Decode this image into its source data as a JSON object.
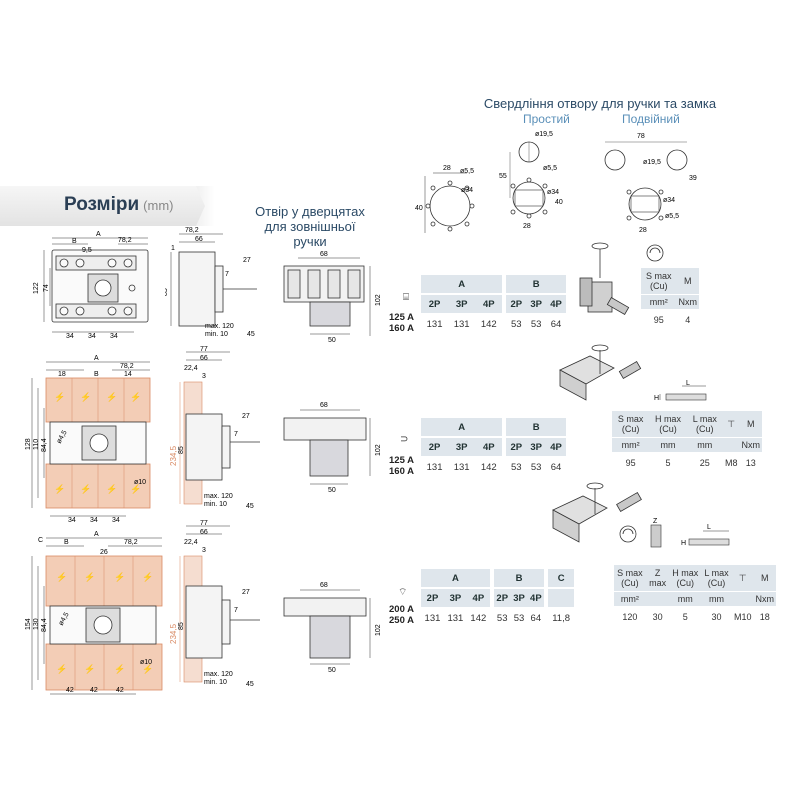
{
  "title": {
    "main": "Розміри",
    "unit": "(mm)"
  },
  "door_hole_heading": "Отвір у дверцятах для зовнішньої ручки",
  "drilling": {
    "heading": "Свердління отвору для ручки та замка",
    "simple": "Простий",
    "double": "Подвійний",
    "left_dims": [
      "28",
      "ø5,5",
      "ø34",
      "40"
    ],
    "simple_dims": [
      "ø19,5",
      "ø5,5",
      "55",
      "ø34",
      "40",
      "28"
    ],
    "double_dims": [
      "78",
      "ø19,5",
      "39",
      "ø34",
      "ø5,5",
      "28"
    ]
  },
  "rows": [
    {
      "front": {
        "A": "A",
        "B": "B",
        "w": "78,2",
        "s": "9,5",
        "h1": "122",
        "h2": "74",
        "bottom": [
          "34",
          "34",
          "34"
        ]
      },
      "side": {
        "t1": "78,2",
        "t2": "66",
        "t3": "1",
        "h": "85",
        "s": "7",
        "d": "27",
        "max": "max. 120",
        "min": "min. 10",
        "b": "45"
      },
      "top": {
        "w": "68",
        "h": "102",
        "d": "50"
      },
      "ratings": [
        "125 A",
        "160 A"
      ],
      "headers": [
        "A",
        "B"
      ],
      "poles": [
        "2P",
        "3P",
        "4P",
        "2P",
        "3P",
        "4P"
      ],
      "values": [
        "131",
        "131",
        "142",
        "53",
        "53",
        "64"
      ]
    },
    {
      "front": {
        "A": "A",
        "B": "B",
        "w": "78,2",
        "l": "18",
        "r": "14",
        "h1": "128",
        "h2": "110",
        "h3": "84,4",
        "dia": "ø4,5",
        "dia2": "ø10",
        "bottom": [
          "34",
          "34",
          "34"
        ]
      },
      "side": {
        "t1": "77",
        "t2": "66",
        "t3": "22,4",
        "t4": "3",
        "h": "85",
        "h2": "234,5",
        "s": "7",
        "d": "27",
        "max": "max. 120",
        "min": "min. 10",
        "b": "45"
      },
      "top": {
        "w": "68",
        "h": "102",
        "d": "50"
      },
      "ratings": [
        "125 A",
        "160 A"
      ],
      "headers": [
        "A",
        "B"
      ],
      "poles": [
        "2P",
        "3P",
        "4P",
        "2P",
        "3P",
        "4P"
      ],
      "values": [
        "131",
        "131",
        "142",
        "53",
        "53",
        "64"
      ]
    },
    {
      "front": {
        "A": "A",
        "B": "B",
        "C": "C",
        "w": "78,2",
        "c": "26",
        "h1": "154",
        "h2": "130",
        "h3": "84,4",
        "dia": "ø4,5",
        "dia2": "ø10",
        "bottom": [
          "42",
          "42",
          "42"
        ]
      },
      "side": {
        "t1": "77",
        "t2": "66",
        "t3": "22,4",
        "t4": "3",
        "h": "85",
        "h2": "234,5",
        "s": "7",
        "d": "27",
        "max": "max. 120",
        "min": "min. 10",
        "b": "45"
      },
      "top": {
        "w": "68",
        "h": "102",
        "d": "50"
      },
      "ratings": [
        "200 A",
        "250 A"
      ],
      "headers": [
        "A",
        "B",
        "C"
      ],
      "poles": [
        "2P",
        "3P",
        "4P",
        "2P",
        "3P",
        "4P",
        ""
      ],
      "values": [
        "131",
        "131",
        "142",
        "53",
        "53",
        "64",
        "11,8"
      ]
    }
  ],
  "spec1": {
    "headers": [
      "S max (Cu)",
      "M"
    ],
    "units": [
      "mm²",
      "Nxm"
    ],
    "values": [
      "95",
      "4"
    ]
  },
  "spec2": {
    "headers": [
      "S max (Cu)",
      "H max (Cu)",
      "L max (Cu)",
      "",
      "M"
    ],
    "units": [
      "mm²",
      "mm",
      "mm",
      "",
      "Nxm"
    ],
    "values": [
      "95",
      "5",
      "25",
      "M8",
      "13"
    ]
  },
  "spec3": {
    "headers": [
      "S max (Cu)",
      "Z max",
      "H max (Cu)",
      "L max (Cu)",
      "",
      "M"
    ],
    "units": [
      "mm²",
      "",
      "mm",
      "mm",
      "",
      "Nxm"
    ],
    "values": [
      "120",
      "30",
      "5",
      "30",
      "M10",
      "18"
    ]
  },
  "labels": {
    "H": "H",
    "L": "L",
    "Z": "Z"
  },
  "colors": {
    "accent": "#5a8fb8",
    "title": "#2b3f55",
    "table_header": "#dfe6ec",
    "cover": "#f3cdb6",
    "cover_line": "#d98a64",
    "wall": "#f5ddd0"
  }
}
